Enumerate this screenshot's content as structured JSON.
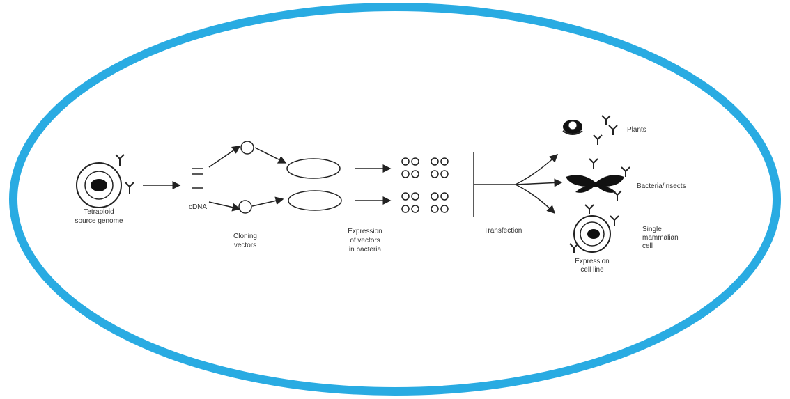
{
  "colors": {
    "frame": "#29ABE2",
    "ink": "#222222",
    "background": "#FFFFFF"
  },
  "labels": {
    "source_cell": [
      "Tetraploid",
      "source genome"
    ],
    "cdna": "cDNA",
    "cloning_vectors": [
      "Cloning",
      "vectors"
    ],
    "expression_vectors": [
      "Expression",
      "of vectors",
      "in bacteria"
    ],
    "transfection": "Transfection",
    "plants": "Plants",
    "bacteria": "Bacteria/insects",
    "single_cell": [
      "Single",
      "mammalian",
      "cell"
    ],
    "expression_cell": [
      "Expression",
      "cell line"
    ]
  }
}
